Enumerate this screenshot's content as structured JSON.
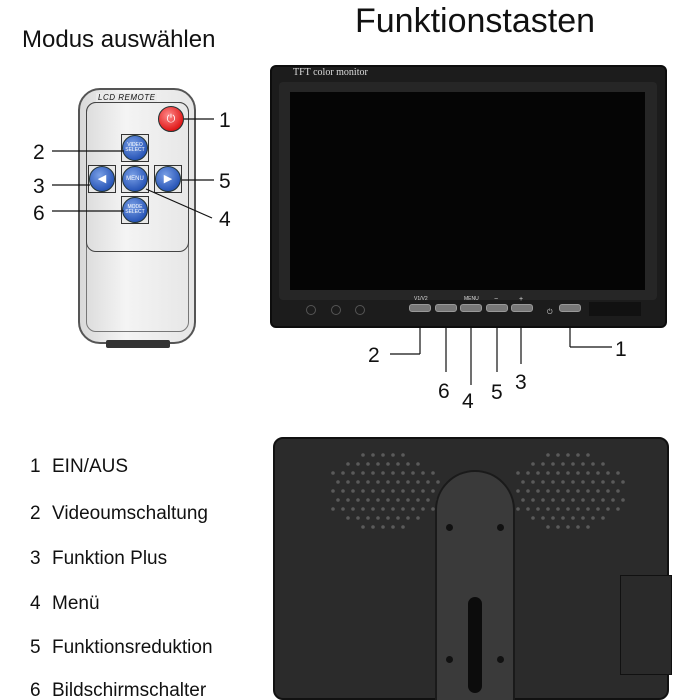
{
  "headings": {
    "main": "Funktionstasten",
    "remote": "Modus auswählen"
  },
  "remote": {
    "brand_label": "LCD REMOTE",
    "keys": {
      "video_select": "VIDEO SELECT",
      "menu": "MENU",
      "mode_select": "MODE SELECT",
      "left": "◀",
      "right": "▶",
      "power": "⏻"
    },
    "callouts": [
      "1",
      "2",
      "3",
      "4",
      "5",
      "6"
    ]
  },
  "monitor": {
    "label": "TFT color monitor",
    "button_labels": [
      "V1/V2",
      "MENU",
      "−",
      "+"
    ],
    "callouts": [
      "2",
      "6",
      "4",
      "5",
      "3",
      "1"
    ]
  },
  "legend": [
    {
      "num": "1",
      "text": "EIN/AUS"
    },
    {
      "num": "2",
      "text": "Videoumschaltung"
    },
    {
      "num": "3",
      "text": "Funktion Plus"
    },
    {
      "num": "4",
      "text": "Menü"
    },
    {
      "num": "5",
      "text": "Funktionsreduktion"
    },
    {
      "num": "6",
      "text": "Bildschirmschalter"
    }
  ],
  "colors": {
    "power_key": "#e01b1b",
    "nav_key": "#2a57b8",
    "monitor_body": "#1c1c1c",
    "background": "#ffffff"
  }
}
